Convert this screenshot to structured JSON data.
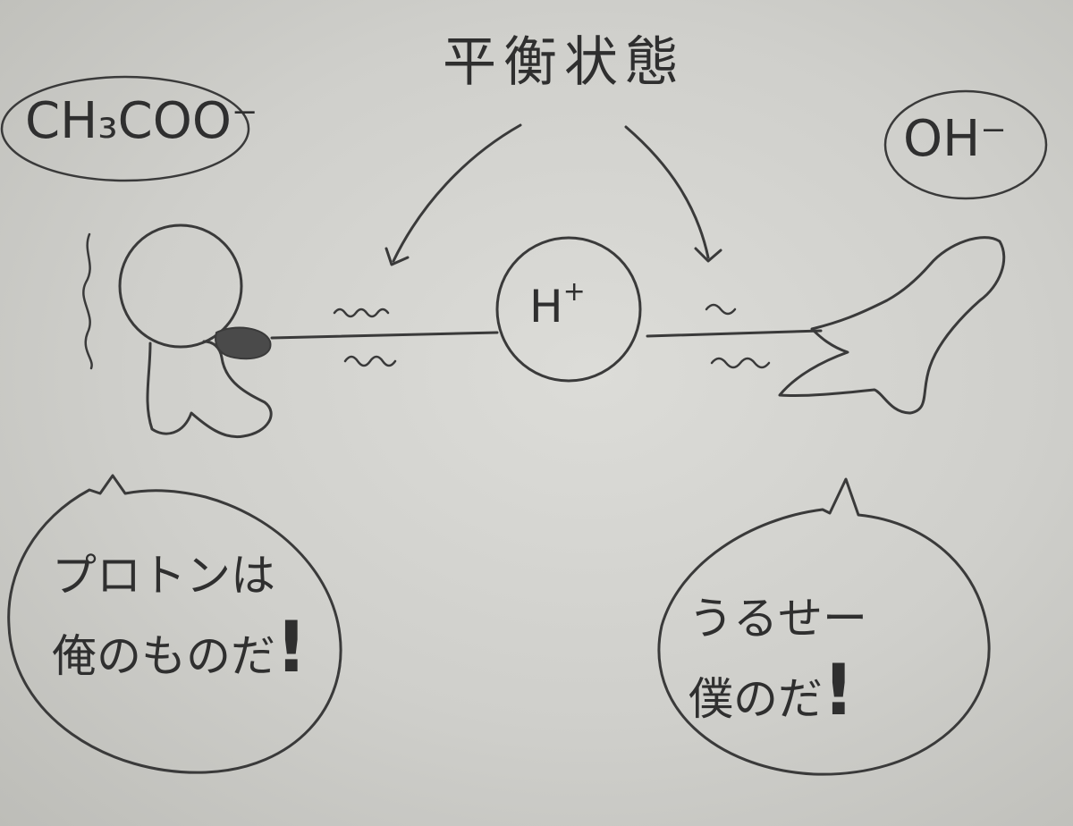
{
  "diagram": {
    "title": "平衡状態",
    "left_ion": "CH₃COO⁻",
    "right_ion": "OH⁻",
    "proton": "H",
    "proton_charge": "+",
    "left_speech": {
      "line1": "プロトンは",
      "line2": "俺のものだ",
      "mark": "!"
    },
    "right_speech": {
      "line1": "うるせー",
      "line2": "僕のだ",
      "mark": "!"
    }
  }
}
